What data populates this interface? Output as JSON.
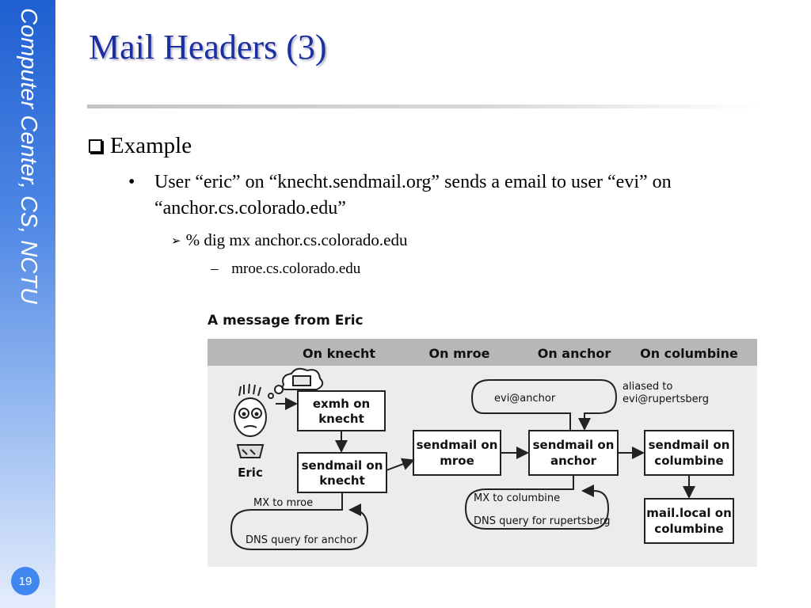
{
  "sidebar": {
    "label": "Computer Center, CS, NCTU"
  },
  "slide": {
    "title": "Mail Headers (3)",
    "page_number": "19",
    "bullet_l1": "Example",
    "bullet_l2_dot": "•",
    "bullet_l2": "User “eric” on “knecht.sendmail.org” sends a email to user “evi” on “anchor.cs.colorado.edu”",
    "bullet_l3_marker": "➢",
    "bullet_l3": "% dig mx anchor.cs.colorado.edu",
    "bullet_l4_dash": "–",
    "bullet_l4": "mroe.cs.colorado.edu"
  },
  "figure": {
    "title": "A message from Eric",
    "columns": [
      "On knecht",
      "On mroe",
      "On anchor",
      "On columbine"
    ],
    "boxes": {
      "exmh_line1": "exmh on",
      "exmh_line2": "knecht",
      "sm_knecht_line1": "sendmail on",
      "sm_knecht_line2": "knecht",
      "sm_mroe_line1": "sendmail on",
      "sm_mroe_line2": "mroe",
      "sm_anchor_line1": "sendmail on",
      "sm_anchor_line2": "anchor",
      "sm_columbine_line1": "sendmail on",
      "sm_columbine_line2": "columbine",
      "mail_local_line1": "mail.local on",
      "mail_local_line2": "columbine"
    },
    "labels": {
      "eric": "Eric",
      "evi_anchor": "evi@anchor",
      "aliased_line1": "aliased to",
      "aliased_line2": "evi@rupertsberg",
      "mx_to_mroe": "MX to mroe",
      "dns_anchor": "DNS query for anchor",
      "mx_to_columbine": "MX to columbine",
      "dns_rupertsberg": "DNS query for rupertsberg"
    }
  }
}
